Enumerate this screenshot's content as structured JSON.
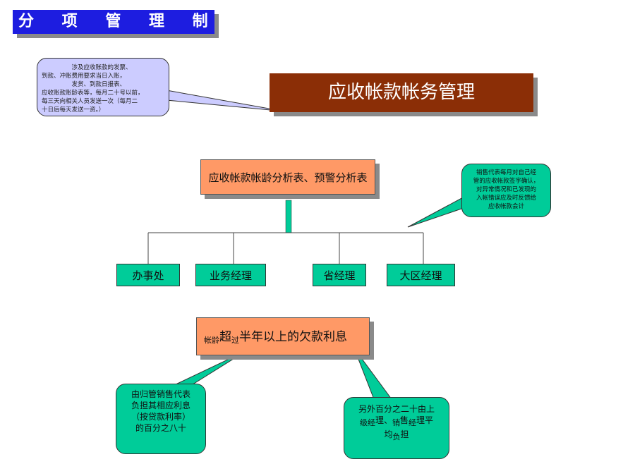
{
  "header": {
    "title": "分 项 管 理 制 度"
  },
  "main_title": "应收帐款帐务管理",
  "notes": {
    "top_left": [
      "　　　　　涉及应收账款的发票、",
      "到款、冲账费用要求当日入账，",
      "　　　　　发货、到款日报表、",
      "应收账款账龄表等，每月二十号以前，",
      "每三天向相关人员发送一次（每月二",
      "十日后每天发送一资。）"
    ],
    "right": [
      "销售代表每月对自己经",
      "管的应收帐款签字确认，",
      "对异常情况和已发现的",
      "入帐错误应及时反馈给",
      "应收帐款会计"
    ],
    "bottom_left": [
      "由归管销售代表",
      "负担其相应利息",
      "（按贷款利率）",
      "的百分之八十"
    ],
    "bottom_right": {
      "line1": "另外百分之二十由上",
      "small1": "级经",
      "part1": "理、",
      "small2": "销",
      "part2": "售",
      "small3": "经",
      "part3": "理平",
      "part4": "均",
      "small4": "负",
      "part5": "担"
    }
  },
  "report_box": "应收帐款帐龄分析表、预警分析表",
  "departments": [
    "办事处",
    "业务经理",
    "省经理",
    "大区经理"
  ],
  "interest_box": {
    "small1": "帐龄",
    "big1": "超",
    "small2": "过",
    "rest": "半年以上的欠款利息"
  },
  "colors": {
    "title_bar": "#1d1de0",
    "main_title": "#8b2e06",
    "orange": "#ff9966",
    "green": "#00cc99",
    "lavender": "#ccccff"
  }
}
